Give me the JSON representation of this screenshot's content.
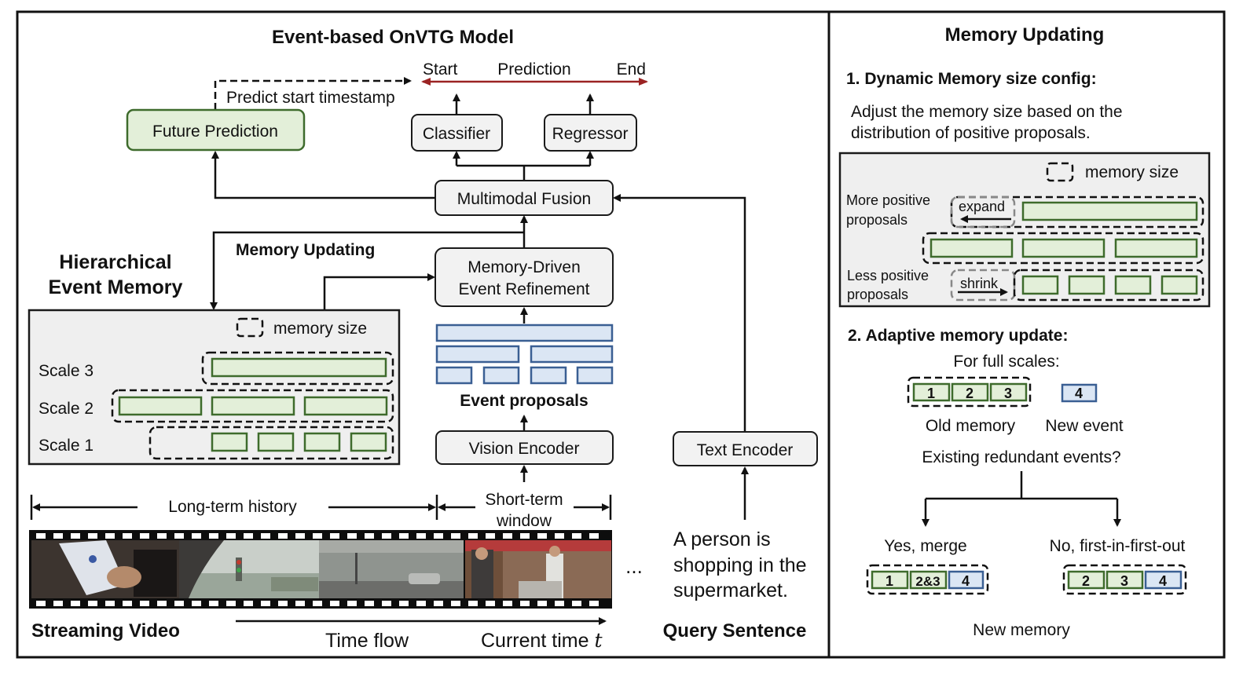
{
  "left": {
    "title": "Event-based OnVTG Model",
    "prediction": {
      "start": "Start",
      "label": "Prediction",
      "end": "End"
    },
    "predict_start": "Predict start timestamp",
    "future_prediction": "Future Prediction",
    "classifier": "Classifier",
    "regressor": "Regressor",
    "multimodal_fusion": "Multimodal Fusion",
    "memory_updating_label": "Memory Updating",
    "memory_driven_line1": "Memory-Driven",
    "memory_driven_line2": "Event Refinement",
    "hier_line1": "Hierarchical",
    "hier_line2": "Event Memory",
    "memory_size": "memory size",
    "scale3": "Scale 3",
    "scale2": "Scale 2",
    "scale1": "Scale 1",
    "event_proposals": "Event proposals",
    "vision_encoder": "Vision Encoder",
    "text_encoder": "Text Encoder",
    "long_term": "Long-term history",
    "short_term_line1": "Short-term",
    "short_term_line2": "window",
    "ellipsis": "...",
    "query_line1": "A person is",
    "query_line2": "shopping in the",
    "query_line3": "supermarket.",
    "streaming_video": "Streaming Video",
    "time_flow": "Time flow",
    "current_time": "Current time",
    "current_time_var": "t",
    "query_sentence": "Query Sentence"
  },
  "right": {
    "title": "Memory Updating",
    "step1": "1. Dynamic Memory size config:",
    "step1_desc_line1": "Adjust the memory size based on the",
    "step1_desc_line2": "distribution of positive proposals.",
    "memory_size": "memory size",
    "more_line1": "More positive",
    "more_line2": "proposals",
    "expand": "expand",
    "less_line1": "Less positive",
    "less_line2": "proposals",
    "shrink": "shrink",
    "step2": "2. Adaptive memory update:",
    "for_full": "For full scales:",
    "old_cells": [
      "1",
      "2",
      "3"
    ],
    "new_cell": "4",
    "old_memory": "Old memory",
    "new_event": "New event",
    "question": "Existing redundant events?",
    "yes": "Yes, merge",
    "no": "No, first-in-first-out",
    "yes_cells": [
      "1",
      "2&3",
      "4"
    ],
    "no_cells": [
      "2",
      "3",
      "4"
    ],
    "new_memory": "New memory"
  },
  "colors": {
    "green_fill": "#e3efd9",
    "green_stroke": "#3e6b2c",
    "blue_fill": "#dbe6f4",
    "blue_stroke": "#3a5f93",
    "prediction_arrow": "#9b2323"
  }
}
